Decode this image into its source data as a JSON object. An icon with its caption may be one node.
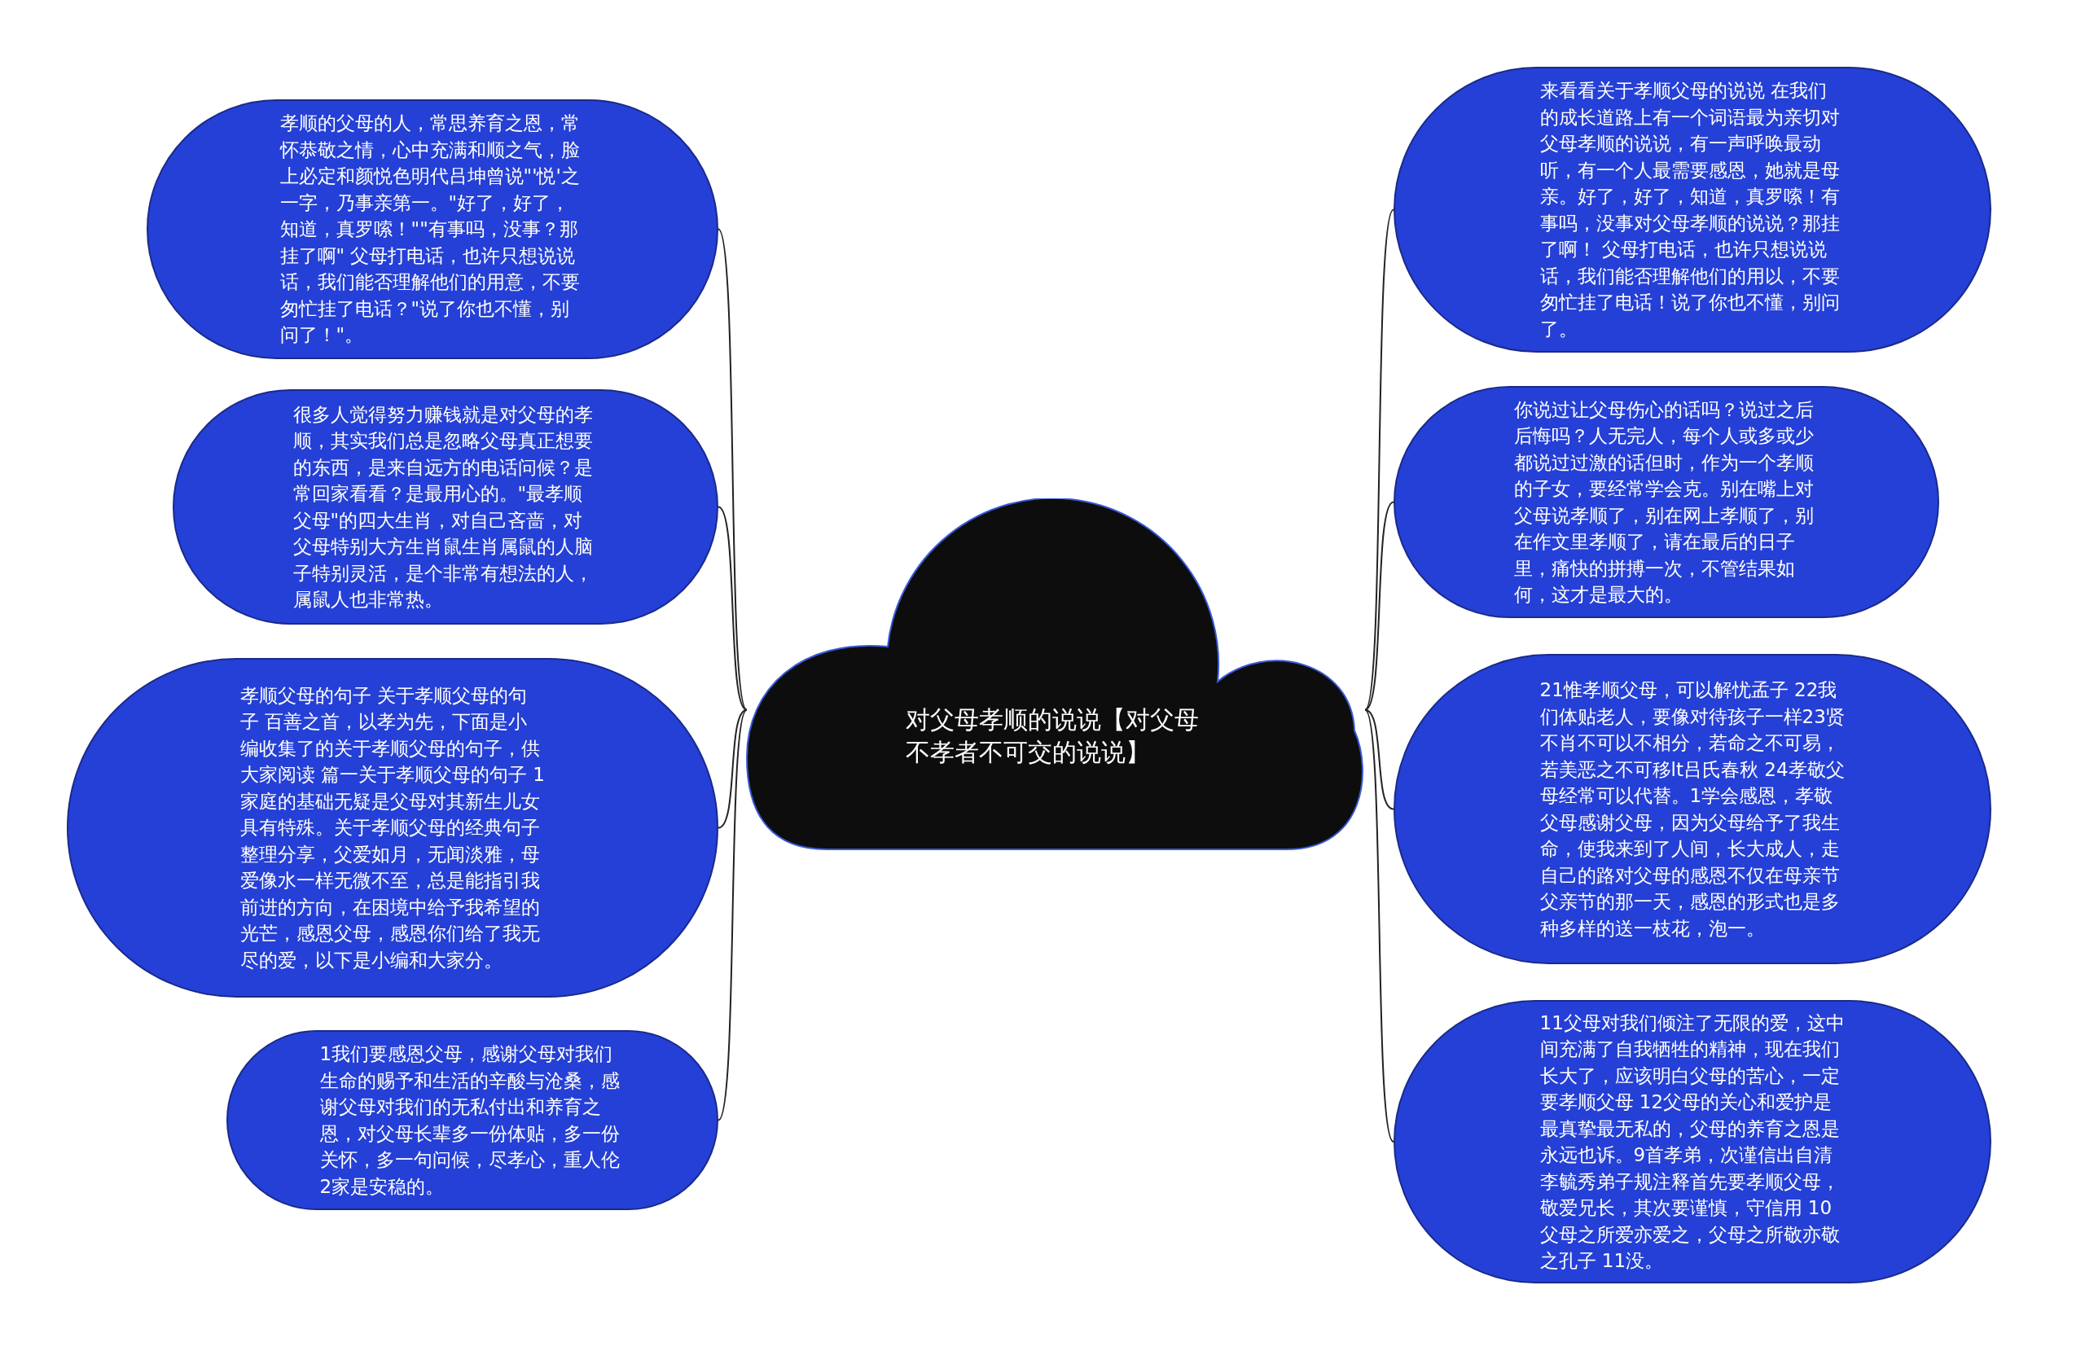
{
  "diagram": {
    "nodes": [
      {
        "text": [
          "对父母孝顺的说说【对父母不孝者不可交的说说】"
        ]
      },
      {
        "text": [
          "孝顺的父母的人，常思养育之恩，常怀恭敬之情，心中充满和顺之气，脸上必定和颜悦色明代吕坤曾说\"'悦'之一字，乃事亲第一。\"好了，好了，知道，真罗嗦！\"\"有事吗，没事？那挂了啊\" 父母打电话，也许只想说说话，我们能否理解他们的用意，不要匆忙挂了电话？\"说了你也不懂，别问了！\"。"
        ]
      },
      {
        "text": [
          "很多人觉得努力赚钱就是对父母的孝顺，其实我们总是忽略父母真正想要的东西，是来自远方的电话问候？是常回家看看？是最用心的。\"最孝顺父母\"的四大生肖，对自己吝啬，对父母特别大方生肖鼠生肖属鼠的人脑子特别灵活，是个非常有想法的人，属鼠人也非常热。"
        ]
      },
      {
        "text": [
          "孝顺父母的句子 关于孝顺父母的句子 百善之首，以孝为先，下面是小编收集了的关于孝顺父母的句子，供大家阅读 篇一关于孝顺父母的句子 1家庭的基础无疑是父母对其新生儿女具有特殊。关于孝顺父母的经典句子整理分享，父爱如月，无闻淡雅，母爱像水一样无微不至，总是能指引我前进的方向，在困境中给予我希望的光芒，感恩父母，感恩你们给了我无尽的爱，以下是小编和大家分。"
        ]
      },
      {
        "text": [
          "1我们要感恩父母，感谢父母对我们生命的赐予和生活的辛酸与沧桑，感谢父母对我们的无私付出和养育之恩，对父母长辈多一份体贴，多一份关怀，多一句问候，尽孝心，重人伦 2家是安稳的。"
        ]
      },
      {
        "text": [
          "来看看关于孝顺父母的说说 在我们的成长道路上有一个词语最为亲切对父母孝顺的说说，有一声呼唤最动听，有一个人最需要感恩，她就是母亲。好了，好了，知道，真罗嗦！有事吗，没事对父母孝顺的说说？那挂了啊！ 父母打电话，也许只想说说话，我们能否理解他们的用以，不要匆忙挂了电话！说了你也不懂，别问了。"
        ]
      },
      {
        "text": [
          "你说过让父母伤心的话吗？说过之后后悔吗？人无完人，每个人或多或少都说过过激的话但时，作为一个孝顺的子女，要经常学会克。别在嘴上对父母说孝顺了，别在网上孝顺了，别在作文里孝顺了，请在最后的日子里，痛快的拼搏一次，不管结果如何，这才是最大的。"
        ]
      },
      {
        "text": [
          "21惟孝顺父母，可以解忧孟子 22我们体贴老人，要像对待孩子一样23贤不肖不可以不相分，若命之不可易，若美恶之不可移lt吕氏春秋 24孝敬父母经常可以代替。1学会感恩，孝敬父母感谢父母，因为父母给予了我生命，使我来到了人间，长大成人，走自己的路对父母的感恩不仅在母亲节父亲节的那一天，感恩的形式也是多种多样的送一枝花，泡一。"
        ]
      },
      {
        "text": [
          "11父母对我们倾注了无限的爱，这中间充满了自我牺牲的精神，现在我们长大了，应该明白父母的苦心，一定要孝顺父母 12父母的关心和爱护是最真挚最无私的，父母的养育之恩是永远也诉。9首孝弟，次谨信出自清李毓秀弟子规注释首先要孝顺父母，敬爱兄长，其次要谨慎，守信用 10父母之所爱亦爱之，父母之所敬亦敬之孔子 11没。"
        ]
      }
    ],
    "edges": [
      {
        "from": 0,
        "to": 1,
        "arrow": "none"
      },
      {
        "from": 0,
        "to": 2,
        "arrow": "none"
      },
      {
        "from": 0,
        "to": 3,
        "arrow": "none"
      },
      {
        "from": 0,
        "to": 4,
        "arrow": "none"
      },
      {
        "from": 0,
        "to": 5,
        "arrow": "none"
      },
      {
        "from": 0,
        "to": 6,
        "arrow": "none"
      },
      {
        "from": 0,
        "to": 7,
        "arrow": "none"
      },
      {
        "from": 0,
        "to": 8,
        "arrow": "none"
      }
    ]
  }
}
